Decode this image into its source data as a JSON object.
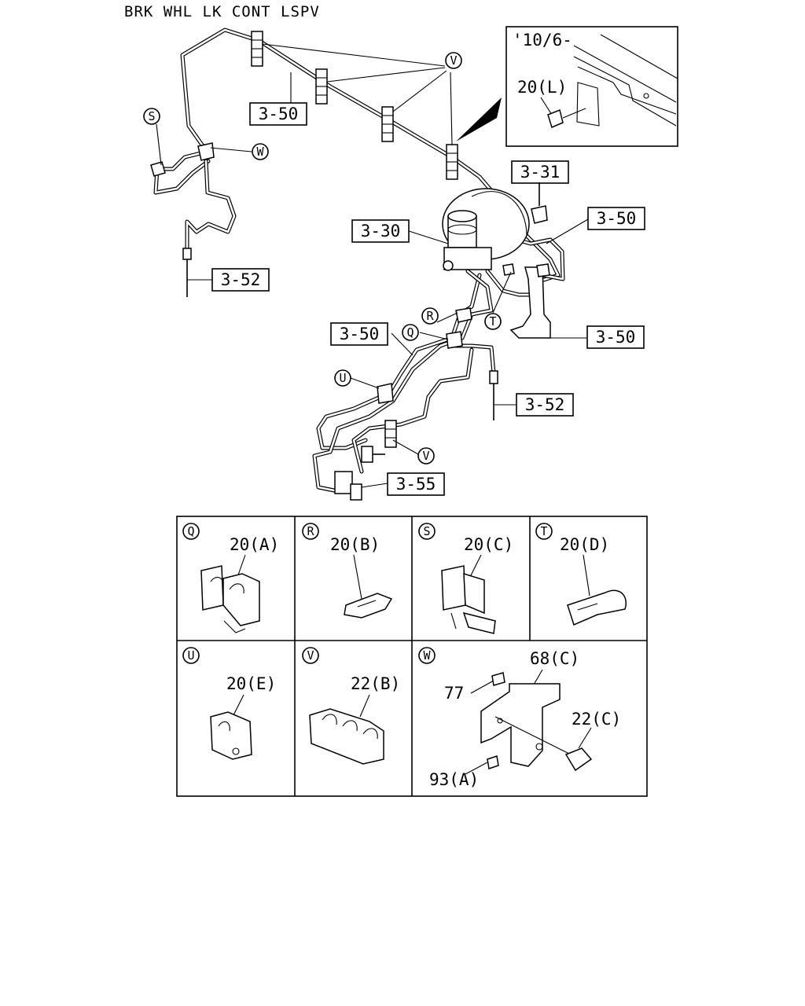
{
  "title": "BRK WHL LK CONT LSPV",
  "inset": {
    "date_label": "'10/6-",
    "part_label": "20(L)"
  },
  "ref_boxes": {
    "top_left_350": "3-50",
    "ref_331": "3-31",
    "ref_330": "3-30",
    "right_350_upper": "3-50",
    "right_350_lower": "3-50",
    "left_352": "3-52",
    "center_350": "3-50",
    "right_352": "3-52",
    "ref_355": "3-55"
  },
  "callouts": {
    "V_top": "V",
    "S": "S",
    "W": "W",
    "R": "R",
    "Q": "Q",
    "T": "T",
    "U": "U",
    "V_bottom": "V"
  },
  "detail_table": {
    "cells": [
      {
        "key": "Q",
        "label": "20(A)"
      },
      {
        "key": "R",
        "label": "20(B)"
      },
      {
        "key": "S",
        "label": "20(C)"
      },
      {
        "key": "T",
        "label": "20(D)"
      },
      {
        "key": "U",
        "label": "20(E)"
      },
      {
        "key": "V",
        "label": "22(B)"
      },
      {
        "key": "W",
        "parts": {
          "bracket": "68(C)",
          "nut": "77",
          "clip": "22(C)",
          "bolt": "93(A)"
        }
      }
    ]
  }
}
